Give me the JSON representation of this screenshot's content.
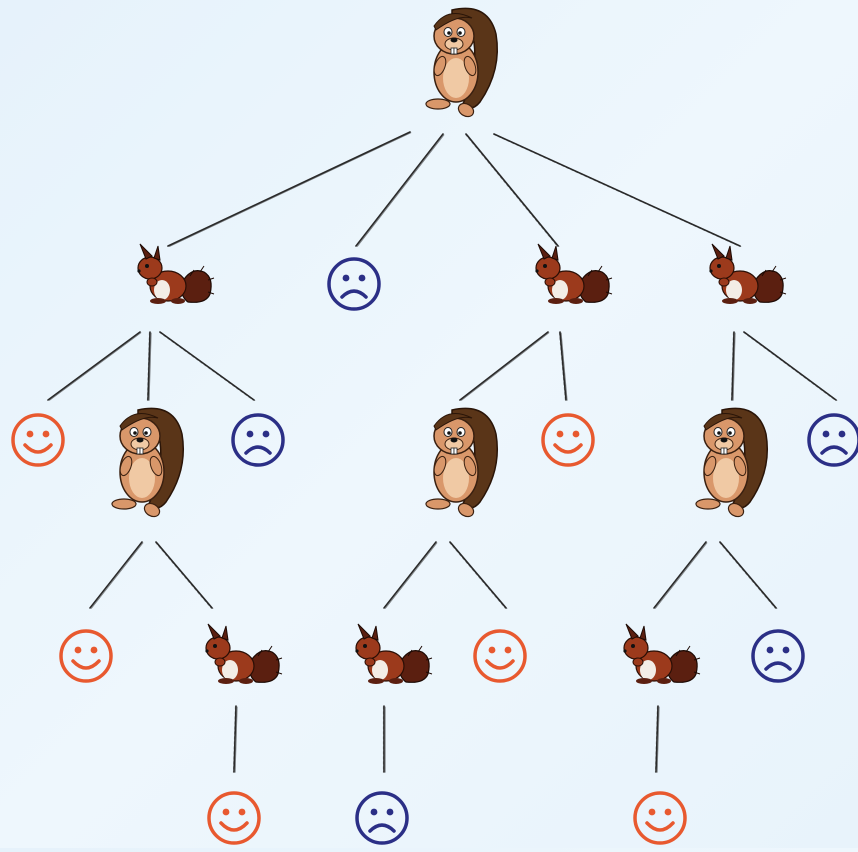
{
  "colors": {
    "background": "#eaf4fc",
    "happy": "#e8592f",
    "sad": "#2b2f86",
    "edge": "#2a2a2a",
    "beaver_body": "#d9976a",
    "beaver_belly": "#f0c9a4",
    "beaver_tail": "#5a3518",
    "squirrel_body": "#9c3a1c",
    "squirrel_tail": "#5b1f10"
  },
  "icons": {
    "beaver": "beaver-icon",
    "squirrel": "squirrel-icon",
    "happy": "happy-face-icon",
    "sad": "sad-face-icon"
  },
  "tree": {
    "root": {
      "type": "beaver",
      "children": [
        {
          "type": "squirrel",
          "children": [
            {
              "type": "happy"
            },
            {
              "type": "beaver",
              "children": [
                {
                  "type": "happy"
                },
                {
                  "type": "squirrel",
                  "children": [
                    {
                      "type": "happy"
                    }
                  ]
                }
              ]
            },
            {
              "type": "sad"
            }
          ]
        },
        {
          "type": "sad"
        },
        {
          "type": "squirrel",
          "children": [
            {
              "type": "beaver",
              "children": [
                {
                  "type": "squirrel",
                  "children": [
                    {
                      "type": "sad"
                    }
                  ]
                },
                {
                  "type": "happy"
                }
              ]
            },
            {
              "type": "happy"
            }
          ]
        },
        {
          "type": "squirrel",
          "children": [
            {
              "type": "beaver",
              "children": [
                {
                  "type": "squirrel",
                  "children": [
                    {
                      "type": "happy"
                    }
                  ]
                },
                {
                  "type": "sad"
                }
              ]
            },
            {
              "type": "sad"
            }
          ]
        }
      ]
    }
  }
}
